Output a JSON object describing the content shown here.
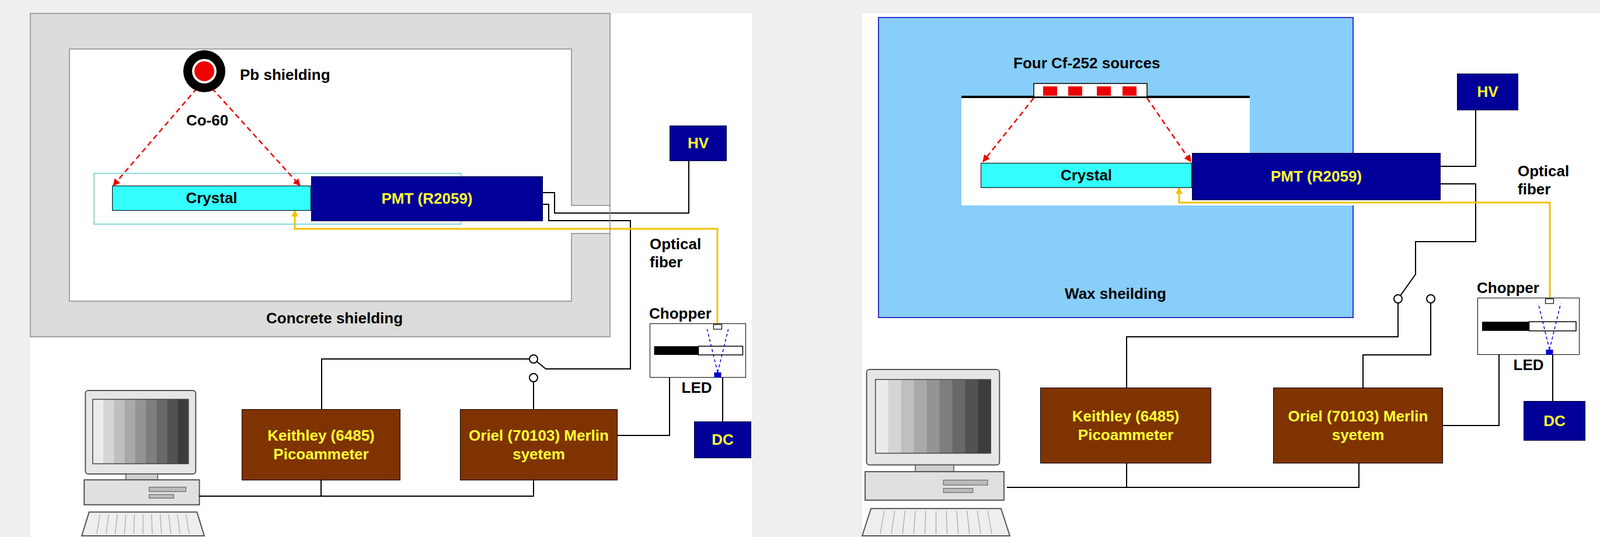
{
  "diagram": {
    "nodes": [
      {
        "text": [
          "Concrete shielding"
        ]
      },
      {
        "text": [
          "Crystal"
        ],
        "in": 0
      },
      {
        "text": [
          "PMT (R2059)"
        ],
        "in": 0
      },
      {
        "text": [
          "HV"
        ]
      },
      {
        "text": [
          "Chopper",
          "LED"
        ]
      },
      {
        "text": [
          "DC"
        ]
      },
      {
        "text": [
          "Keithley (6485) Picoammeter"
        ]
      },
      {
        "text": [
          "Oriel (70103) Merlin syetem"
        ]
      },
      {
        "text": [
          "Wax sheilding"
        ]
      },
      {
        "text": [
          "Crystal"
        ],
        "in": 8
      },
      {
        "text": [
          "PMT (R2059)"
        ],
        "in": 8
      },
      {
        "text": [
          "HV"
        ]
      },
      {
        "text": [
          "Chopper",
          "LED"
        ]
      },
      {
        "text": [
          "DC"
        ]
      },
      {
        "text": [
          "Keithley (6485) Picoammeter"
        ]
      },
      {
        "text": [
          "Oriel (70103) Merlin syetem"
        ]
      }
    ],
    "edges": [
      {
        "from": 2,
        "to": 3,
        "arrow": "none"
      },
      {
        "from": 2,
        "to": 6,
        "arrow": "none"
      },
      {
        "from": 7,
        "to": 4,
        "arrow": "none"
      },
      {
        "from": 5,
        "to": 4,
        "arrow": "none"
      },
      {
        "from": 4,
        "to": 1,
        "arrow": "to"
      },
      {
        "from": 10,
        "to": 11,
        "arrow": "none"
      },
      {
        "from": 10,
        "to": 14,
        "arrow": "none"
      },
      {
        "from": 15,
        "to": 12,
        "arrow": "none"
      },
      {
        "from": 13,
        "to": 12,
        "arrow": "none"
      },
      {
        "from": 12,
        "to": 9,
        "arrow": "to"
      }
    ],
    "labels": [
      "Pb shielding",
      "Co-60",
      "Optical fiber",
      "Four Cf-252 sources",
      "Optical fiber"
    ]
  }
}
